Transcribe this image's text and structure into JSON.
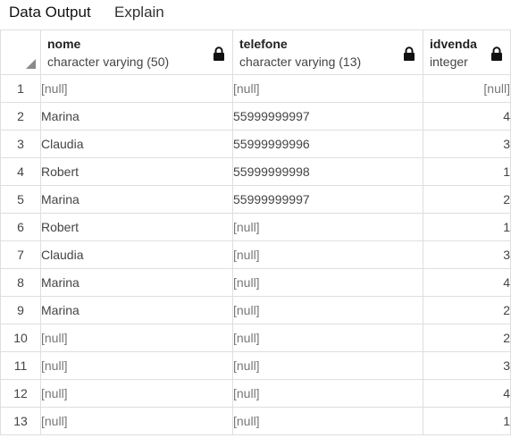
{
  "tabs": {
    "data_output": "Data Output",
    "explain": "Explain"
  },
  "columns": [
    {
      "name": "nome",
      "type": "character varying (50)"
    },
    {
      "name": "telefone",
      "type": "character varying (13)"
    },
    {
      "name": "idvenda",
      "type": "integer"
    }
  ],
  "null_text": "[null]",
  "rows": [
    {
      "n": "1",
      "nome": "[null]",
      "telefone": "[null]",
      "idvenda": "[null]"
    },
    {
      "n": "2",
      "nome": "Marina",
      "telefone": "55999999997",
      "idvenda": "4"
    },
    {
      "n": "3",
      "nome": "Claudia",
      "telefone": "55999999996",
      "idvenda": "3"
    },
    {
      "n": "4",
      "nome": "Robert",
      "telefone": "55999999998",
      "idvenda": "1"
    },
    {
      "n": "5",
      "nome": "Marina",
      "telefone": "55999999997",
      "idvenda": "2"
    },
    {
      "n": "6",
      "nome": "Robert",
      "telefone": "[null]",
      "idvenda": "1"
    },
    {
      "n": "7",
      "nome": "Claudia",
      "telefone": "[null]",
      "idvenda": "3"
    },
    {
      "n": "8",
      "nome": "Marina",
      "telefone": "[null]",
      "idvenda": "4"
    },
    {
      "n": "9",
      "nome": "Marina",
      "telefone": "[null]",
      "idvenda": "2"
    },
    {
      "n": "10",
      "nome": "[null]",
      "telefone": "[null]",
      "idvenda": "2"
    },
    {
      "n": "11",
      "nome": "[null]",
      "telefone": "[null]",
      "idvenda": "3"
    },
    {
      "n": "12",
      "nome": "[null]",
      "telefone": "[null]",
      "idvenda": "4"
    },
    {
      "n": "13",
      "nome": "[null]",
      "telefone": "[null]",
      "idvenda": "1"
    }
  ],
  "icons": {
    "column_lock": "lock-icon",
    "corner": "select-all-triangle-icon"
  },
  "colors": {
    "grid_border": "#dedede",
    "null_text": "#777777"
  }
}
